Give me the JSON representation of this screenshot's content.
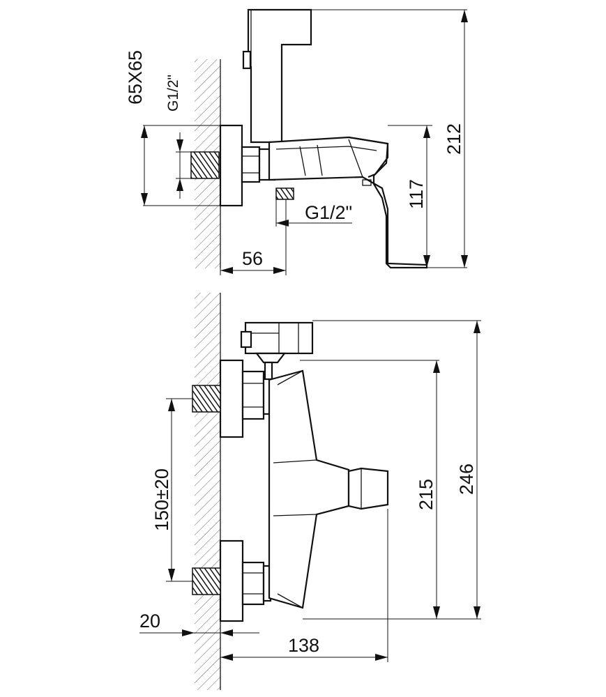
{
  "top_view": {
    "label_size": "65X65",
    "label_thread_vertical": "G1/2\"",
    "label_thread_outlet": "G1/2\"",
    "dim_depth": "56",
    "dim_height_body": "117",
    "dim_height_total": "212"
  },
  "front_view": {
    "dim_spacing": "150±20",
    "dim_wall": "20",
    "dim_projection": "138",
    "dim_height_body": "215",
    "dim_height_total": "246"
  }
}
